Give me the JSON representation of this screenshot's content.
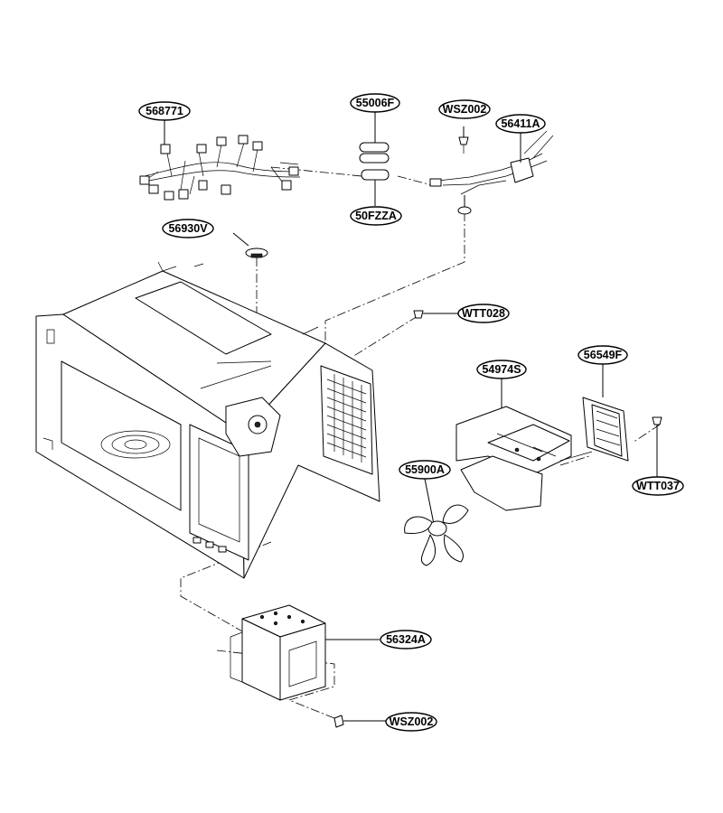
{
  "parts": [
    {
      "id": "p568771",
      "code": "568771",
      "name": "wire-harness"
    },
    {
      "id": "p55006F",
      "code": "55006F",
      "name": "fuse"
    },
    {
      "id": "pWSZ002a",
      "code": "WSZ002",
      "name": "screw"
    },
    {
      "id": "p56411A",
      "code": "56411A",
      "name": "power-cord"
    },
    {
      "id": "p50FZZA",
      "code": "50FZZA",
      "name": "fuse"
    },
    {
      "id": "p56930V",
      "code": "56930V",
      "name": "thermostat"
    },
    {
      "id": "pWTT028",
      "code": "WTT028",
      "name": "screw"
    },
    {
      "id": "p54974S",
      "code": "54974S",
      "name": "motor-bracket"
    },
    {
      "id": "p56549F",
      "code": "56549F",
      "name": "fan-motor"
    },
    {
      "id": "p55900A",
      "code": "55900A",
      "name": "fan-blade"
    },
    {
      "id": "pWTT037",
      "code": "WTT037",
      "name": "screw"
    },
    {
      "id": "p56324A",
      "code": "56324A",
      "name": "magnetron"
    },
    {
      "id": "pWSZ002b",
      "code": "WSZ002",
      "name": "screw"
    }
  ]
}
